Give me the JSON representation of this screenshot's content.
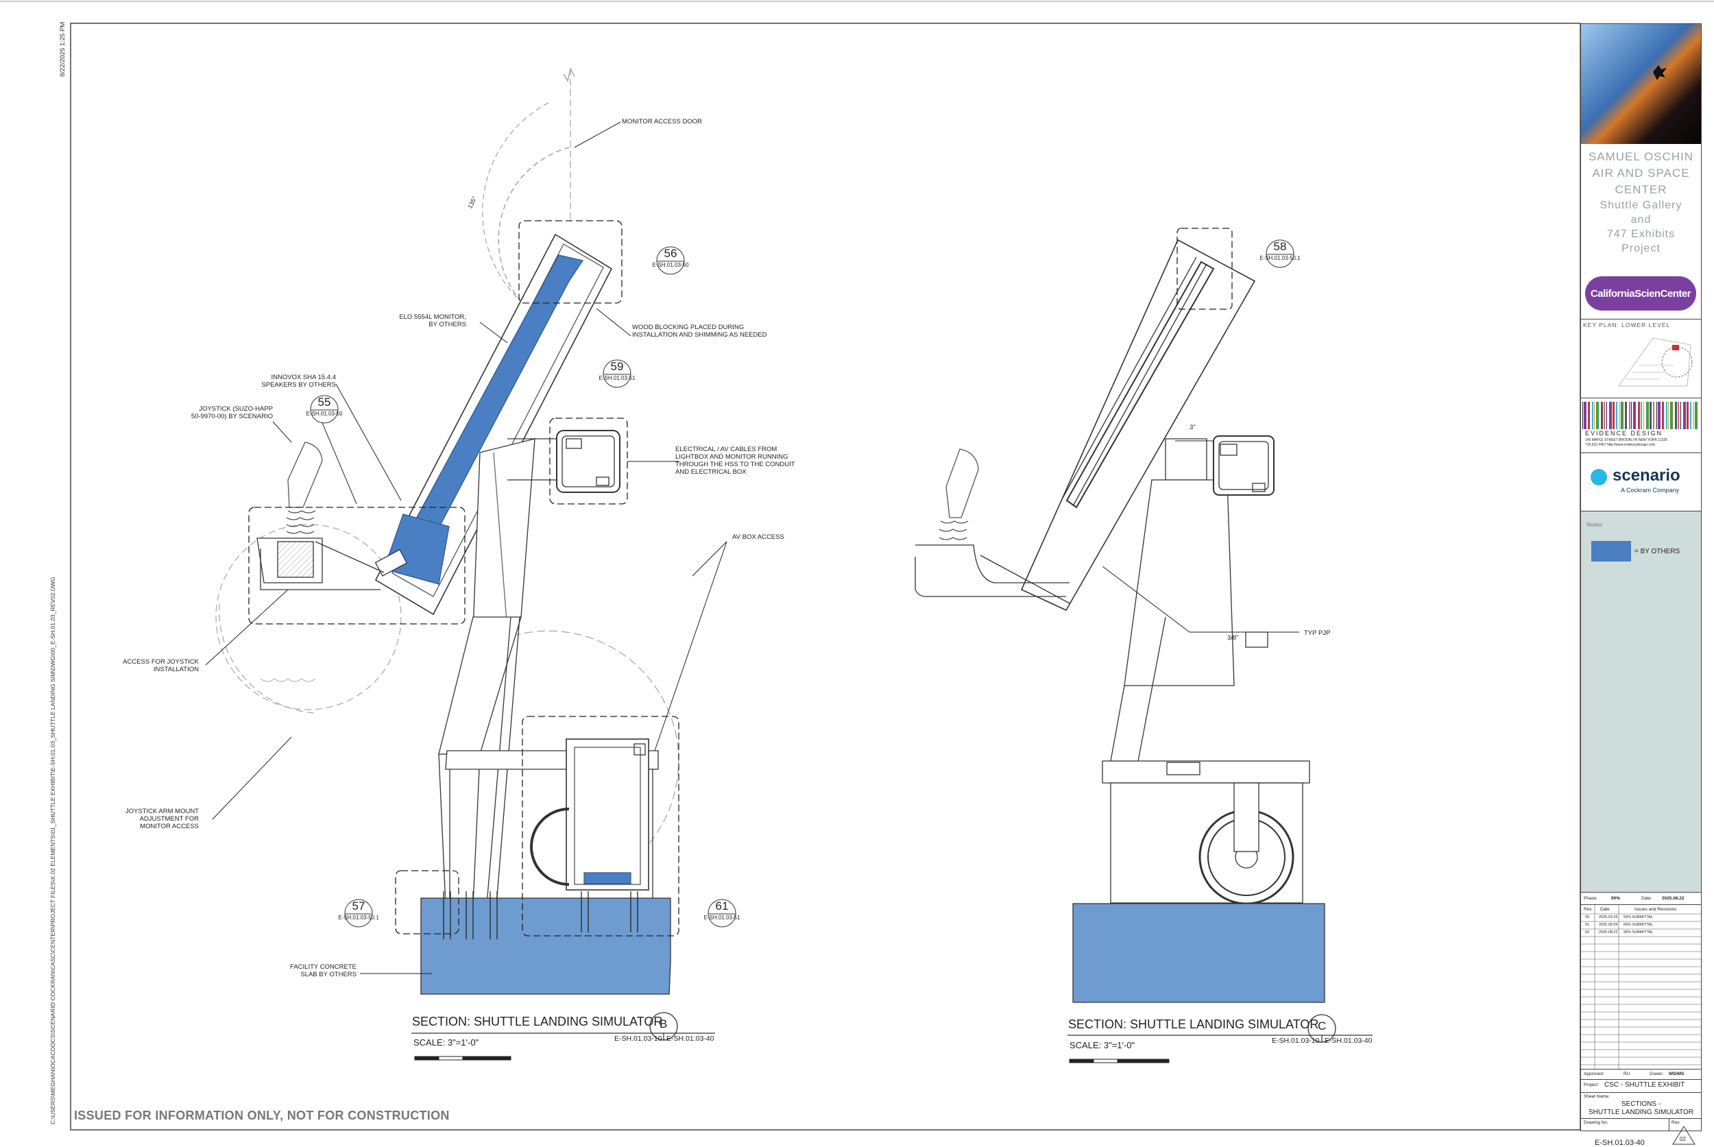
{
  "timestamp": "8/22/2025 1:25 PM",
  "file_path": "C:\\USERS\\MEGHAN\\OCACDOCS\\SCENARIO COCKRAN\\CASC\\CENTER\\PROJECT FILES\\X.02 ELEMENTS\\01_SHUTTLE EXHIBIT\\E-SH.01.03_SHUTTLE LANDING SIM\\DWG\\00_E-SH.01.03_REV02.DWG",
  "issued_note": "ISSUED FOR INFORMATION ONLY, NOT FOR CONSTRUCTION",
  "angle_label": "135°",
  "section_b": {
    "title": "SECTION: SHUTTLE LANDING SIMULATOR",
    "letter": "B",
    "scale": "SCALE:  3\"=1'-0\"",
    "ref_left": "E-SH.01.03-10",
    "ref_right": "E-SH.01.03-40"
  },
  "section_c": {
    "title": "SECTION: SHUTTLE LANDING SIMULATOR",
    "letter": "C",
    "scale": "SCALE:  3\"=1'-0\"",
    "ref_left": "E-SH.01.03-10",
    "ref_right": "E-SH.01.03-40"
  },
  "bubbles": [
    {
      "num": "56",
      "ref": "E-SH.01.03-50"
    },
    {
      "num": "59",
      "ref": "E-SH.01.03-51"
    },
    {
      "num": "55",
      "ref": "E-SH.01.03-50"
    },
    {
      "num": "57",
      "ref": "E-SH.01.03-50.1"
    },
    {
      "num": "61",
      "ref": "E-SH.01.03-51"
    },
    {
      "num": "58",
      "ref": "E-SH.01.03-50.1"
    }
  ],
  "notes": {
    "monitor_door": "MONITOR ACCESS DOOR",
    "elo_monitor": "ELO 5554L MONITOR,\nBY OTHERS",
    "wood_blocking": "WOOD BLOCKING PLACED DURING\nINSTALLATION AND SHIMMING AS NEEDED",
    "innovox": "INNOVOX SHA 15.4.4\nSPEAKERS BY OTHERS",
    "joystick": "JOYSTICK (SUZO-HAPP\n50-9970-00) BY SCENARIO",
    "electrical": "ELECTRICAL / AV CABLES FROM\nLIGHTBOX AND MONITOR RUNNING\nTHROUGH THE HSS TO THE CONDUIT\nAND ELECTRICAL BOX",
    "av_box": "AV BOX ACCESS",
    "access_joystick": "ACCESS FOR JOYSTICK\nINSTALLATION",
    "arm_mount": "JOYSTICK ARM MOUNT\nADJUSTMENT FOR\nMONITOR ACCESS",
    "concrete": "FACILITY CONCRETE\nSLAB BY OTHERS",
    "typ_pjp": "TYP PJP",
    "dim_3": "3\"",
    "dim_38": "3/8\""
  },
  "title_block": {
    "project_name": [
      "SAMUEL OSCHIN",
      "AIR AND SPACE",
      "CENTER"
    ],
    "project_sub": [
      "Shuttle Gallery",
      "and",
      "747 Exhibits",
      "Project"
    ],
    "client_logo": "CaliforniaScienCenter",
    "key_plan": "KEY PLAN: LOWER LEVEL",
    "designer": "EVIDENCE DESIGN",
    "designer_address": "140 MAPLE STREET  BROOKLYN NEW YORK 11225",
    "designer_contact": "718.622.4457   http://www.evidencedesign.com",
    "firm": "scenario",
    "firm_sub": "A Cockram Company",
    "notes_label": "Notes:",
    "legend_label": "= BY OTHERS",
    "phase_label": "Phase:",
    "phase_value": "90%",
    "date_label": "Date:",
    "date_value": "2025.08.22",
    "rev_headers": [
      "Rev.",
      "Date",
      "Issues and Revisions"
    ],
    "revisions": [
      {
        "rev": "00",
        "date": "2025.03.25",
        "issue": "50% SUBMITTAL"
      },
      {
        "rev": "01",
        "date": "2025.06.09",
        "issue": "60% SUBMITTAL"
      },
      {
        "rev": "02",
        "date": "2025.08.22",
        "issue": "90% SUBMITTAL"
      }
    ],
    "approved_label": "Approved:",
    "approved_value": "RU",
    "drawn_label": "Drawn:",
    "drawn_value": "WD/MS",
    "project_label": "Project:",
    "project_value": "CSC - SHUTTLE EXHIBIT",
    "sheet_label": "Sheet Name:",
    "sheet_value_1": "SECTIONS -",
    "sheet_value_2": "SHUTTLE LANDING SIMULATOR",
    "drawing_label": "Drawing No.",
    "drawing_value": "E-SH.01.03-40",
    "rev_label": "Rev.",
    "rev_value": "02"
  },
  "colors": {
    "by_others_blue": "#4a7fc4",
    "concrete_blue": "#6e9bd0",
    "notes_panel": "#cfdcdc",
    "line": "#333333"
  }
}
